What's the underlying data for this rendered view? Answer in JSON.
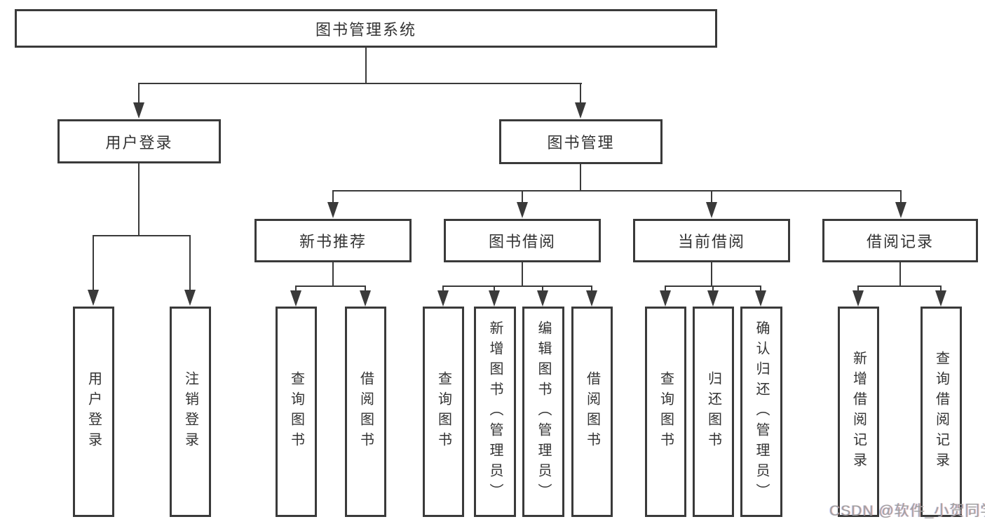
{
  "diagram": {
    "root": {
      "label": "图书管理系统"
    },
    "level2": [
      {
        "id": "user-login",
        "label": "用户登录"
      },
      {
        "id": "book-management",
        "label": "图书管理"
      }
    ],
    "level3": [
      {
        "id": "new-book-recommend",
        "label": "新书推荐"
      },
      {
        "id": "book-borrowing",
        "label": "图书借阅"
      },
      {
        "id": "current-borrowing",
        "label": "当前借阅"
      },
      {
        "id": "borrowing-records",
        "label": "借阅记录"
      }
    ],
    "leaves": {
      "user_login": [
        "用户登录",
        "注销登录"
      ],
      "new_book": [
        "查询图书",
        "借阅图书"
      ],
      "book_borrow": [
        "查询图书",
        "新增图书（管理员）",
        "编辑图书（管理员）",
        "借阅图书"
      ],
      "current_borrow": [
        "查询图书",
        "归还图书",
        "确认归还（管理员）"
      ],
      "records": [
        "新增借阅记录",
        "查询借阅记录"
      ]
    }
  },
  "watermark": "CSDN @软件_小贺同学",
  "colors": {
    "line": "#3a3a3a",
    "text": "#333333",
    "watermark": "#a0a0a0",
    "background": "#ffffff"
  }
}
